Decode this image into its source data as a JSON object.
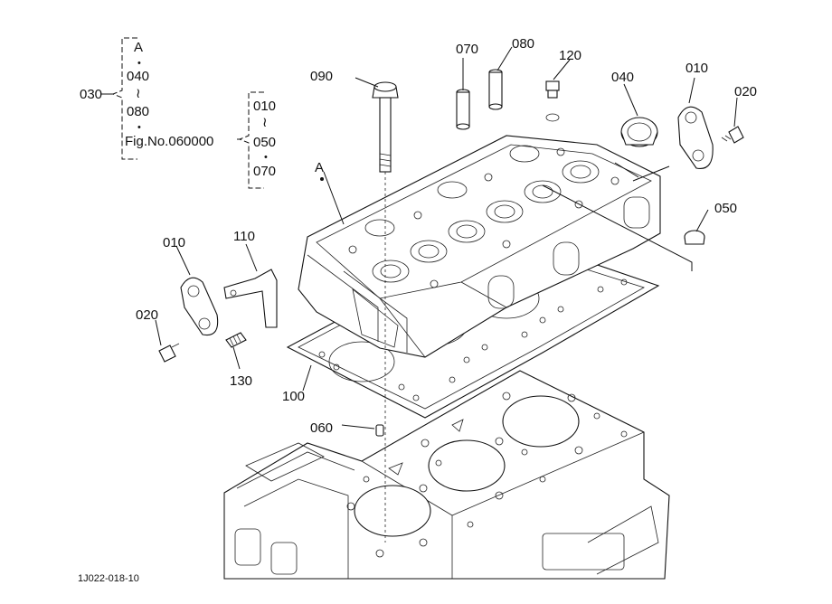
{
  "figure_id": "1J022-018-10",
  "group_030": {
    "label": "030",
    "items": [
      "A",
      "040",
      "080",
      "Fig.No.060000"
    ],
    "seps": [
      "•",
      "≀",
      "•"
    ]
  },
  "group_010": {
    "items": [
      "010",
      "050",
      "070"
    ],
    "seps": [
      "≀",
      "•"
    ]
  },
  "callouts": {
    "c070": "070",
    "c080": "080",
    "c120": "120",
    "c090": "090",
    "c040": "040",
    "c010_top": "010",
    "c020_top": "020",
    "c050": "050",
    "cA": "A",
    "c010_left": "010",
    "c110": "110",
    "c020_left": "020",
    "c130": "130",
    "c100": "100",
    "c060": "060"
  }
}
